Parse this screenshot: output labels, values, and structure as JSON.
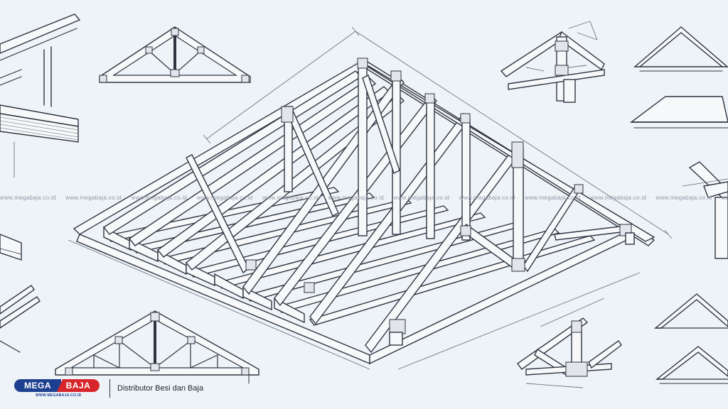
{
  "watermark": {
    "text": "www.megabaja.co.id",
    "repeat": 14
  },
  "brand": {
    "name_left": "MEGA",
    "name_right": "BAJA",
    "url": "WWW.MEGABAJA.CO.ID",
    "tagline": "Distributor Besi dan Baja",
    "colors": {
      "blue": "#1d3f8f",
      "red": "#d7262b"
    }
  }
}
